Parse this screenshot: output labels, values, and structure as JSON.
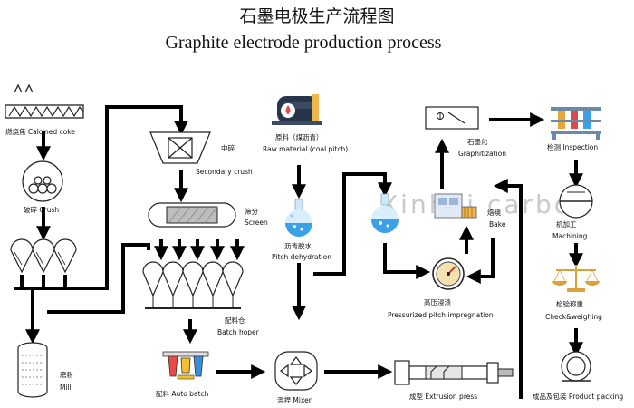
{
  "title_cn": "石墨电极生产流程图",
  "title_en": "Graphite electrode production process",
  "watermark": "Xinhui carbon",
  "labels": {
    "calcined_coke": "燃烧焦 Calcined coke",
    "crush": "破碎 Crush",
    "mill_cn": "磨粉",
    "mill_en": "Mill",
    "secondary_crush_cn": "中碎",
    "secondary_crush_en": "Secondary crush",
    "screen_cn": "筛分",
    "screen_en": "Screen",
    "batch_hoper_cn": "配料仓",
    "batch_hoper_en": "Batch hoper",
    "auto_batch": "配料 Auto batch",
    "mixer": "混捏 Mixer",
    "extrusion": "成型 Extrusion press",
    "raw_material_cn": "原料（煤沥青）",
    "raw_material_en": "Raw material (coal pitch)",
    "pitch_dehydration_cn": "沥青脱水",
    "pitch_dehydration_en": "Pitch dehydration",
    "bake_cn": "焙烧",
    "bake_en": "Bake",
    "impregnation_cn": "高压浸渍",
    "impregnation_en": "Pressurized pitch impregnation",
    "graphitization_cn": "石墨化",
    "graphitization_en": "Graphitization",
    "inspection": "检测 Inspection",
    "machining_cn": "机加工",
    "machining_en": "Machining",
    "check_cn": "检验称重",
    "check_en": "Check&weighing",
    "packing": "成品及包装 Product packing"
  }
}
